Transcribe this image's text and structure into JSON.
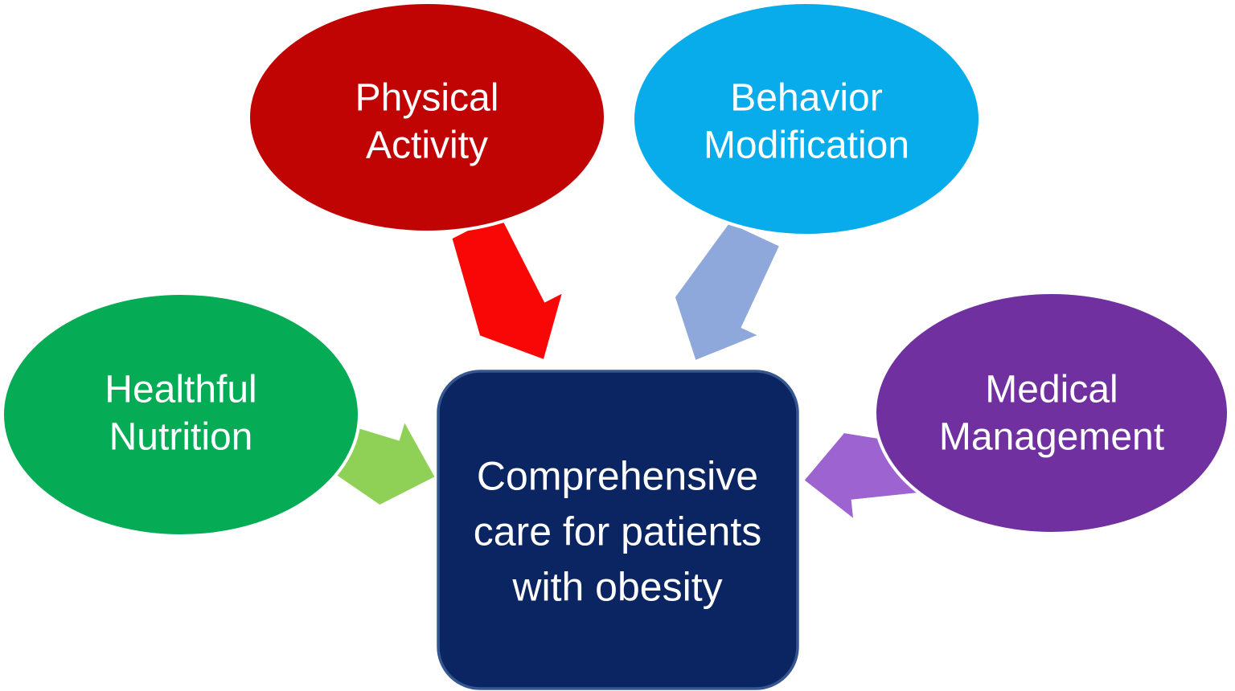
{
  "diagram": {
    "background_color": "#FFFFFF",
    "text_color": "#FFFFFF",
    "center": {
      "lines": [
        "Comprehensive",
        "care for patients",
        "with obesity"
      ],
      "fill": "#0A2562",
      "border": "#35568F"
    },
    "nodes": [
      {
        "id": "physical-activity",
        "lines": [
          "Physical",
          "Activity"
        ],
        "fill": "#C00404",
        "arrow_color": "#F90606",
        "outline": "#FFFFFF"
      },
      {
        "id": "behavior-modification",
        "lines": [
          "Behavior",
          "Modification"
        ],
        "fill": "#09ACEA",
        "arrow_color": "#8FA8DC",
        "outline": "#FFFFFF"
      },
      {
        "id": "healthful-nutrition",
        "lines": [
          "Healthful",
          "Nutrition"
        ],
        "fill": "#05AB55",
        "arrow_color": "#8FD157",
        "outline": "#FFFFFF"
      },
      {
        "id": "medical-management",
        "lines": [
          "Medical",
          "Management"
        ],
        "fill": "#7030A0",
        "arrow_color": "#9D63D0",
        "outline": "#FFFFFF"
      }
    ]
  }
}
